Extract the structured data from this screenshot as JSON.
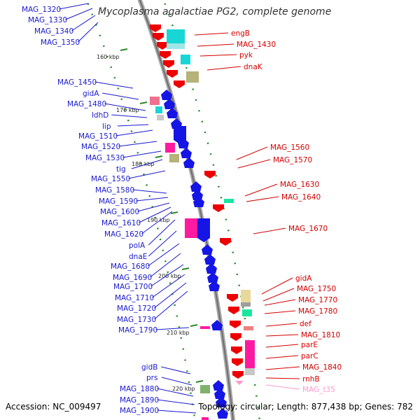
{
  "header": {
    "title": "Mycoplasma agalactiae PG2, complete genome"
  },
  "footer": {
    "accession": "Accession: NC_009497",
    "topology": "Topology: circular; Length: 877,438 bp; Genes: 782"
  },
  "colors": {
    "backbone": "#8c8c8c",
    "plus_strand_label": "#d40000",
    "minus_strand_label": "#1a1acc",
    "rna_label": "#ff99cc",
    "tick": "#2a8a2a"
  },
  "scale_labels": [
    "160 kbp",
    "170 kbp",
    "180 kbp",
    "190 kbp",
    "200 kbp",
    "210 kbp",
    "220 kbp"
  ],
  "left_labels": [
    "MAG_1320",
    "MAG_1330",
    "MAG_1340",
    "MAG_1350",
    "MAG_1450",
    "gidA",
    "MAG_1480",
    "ldhD",
    "lip",
    "MAG_1510",
    "MAG_1520",
    "MAG_1530",
    "tig",
    "MAG_1550",
    "MAG_1580",
    "MAG_1590",
    "MAG_1600",
    "MAG_1610",
    "MAG_1620",
    "polA",
    "dnaE",
    "MAG_1680",
    "MAG_1690",
    "MAG_1700",
    "MAG_1710",
    "MAG_1720",
    "MAG_1730",
    "MAG_1790",
    "gidB",
    "prs",
    "MAG_1880",
    "MAG_1890",
    "MAG_1900"
  ],
  "right_labels": [
    "engB",
    "MAG_1430",
    "pyk",
    "dnaK",
    "MAG_1560",
    "MAG_1570",
    "MAG_1630",
    "MAG_1640",
    "MAG_1670",
    "gidA",
    "MAG_1750",
    "MAG_1770",
    "MAG_1780",
    "def",
    "MAG_1810",
    "parE",
    "parC",
    "MAG_1840",
    "rnhB",
    "MAG_t35"
  ]
}
